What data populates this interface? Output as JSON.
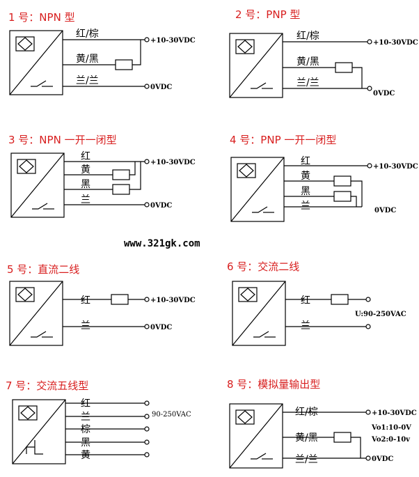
{
  "website": "www.321gk.com",
  "diagrams": [
    {
      "title": "1 号：NPN 型",
      "labels": [
        "红/棕",
        "黄/黑",
        "兰/兰"
      ],
      "supply": "+10-30VDC",
      "ground": "0VDC"
    },
    {
      "title": "2 号：PNP 型",
      "labels": [
        "红/棕",
        "黄/黑",
        "兰/兰"
      ],
      "supply": "+10-30VDC",
      "ground": "0VDC"
    },
    {
      "title": "3 号：NPN 一开一闭型",
      "labels": [
        "红",
        "黄",
        "黑",
        "兰"
      ],
      "supply": "+10-30VDC",
      "ground": "0VDC"
    },
    {
      "title": "4 号：PNP 一开一闭型",
      "labels": [
        "红",
        "黄",
        "黑",
        "兰"
      ],
      "supply": "+10-30VDC",
      "ground": "0VDC"
    },
    {
      "title": "5 号：直流二线",
      "labels": [
        "红",
        "兰"
      ],
      "supply": "+10-30VDC",
      "ground": "0VDC"
    },
    {
      "title": "6 号：交流二线",
      "labels": [
        "红",
        "兰"
      ],
      "supply": "U:90-250VAC"
    },
    {
      "title": "7 号：交流五线型",
      "labels": [
        "红",
        "兰",
        "棕",
        "黑",
        "黄"
      ],
      "supply": "90-250VAC"
    },
    {
      "title": "8 号：模拟量输出型",
      "labels": [
        "红/棕",
        "黄/黑",
        "兰/兰"
      ],
      "supply": "+10-30VDC",
      "ground": "0VDC",
      "output1": "Vo1:10-0V",
      "output2": "Vo2:0-10v"
    }
  ]
}
